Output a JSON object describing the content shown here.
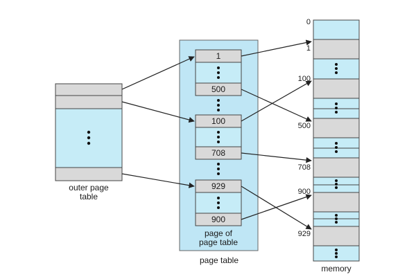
{
  "outer_page_table": {
    "label_line1": "outer page",
    "label_line2": "table"
  },
  "page_table": {
    "label": "page table",
    "inner_label_line1": "page of",
    "inner_label_line2": "page table",
    "entries": [
      "1",
      "500",
      "100",
      "708",
      "929",
      "900"
    ]
  },
  "memory": {
    "label": "memory",
    "addresses": [
      "0",
      "1",
      "100",
      "500",
      "708",
      "900",
      "929"
    ]
  },
  "colors": {
    "light_blue": "#c6ecf7",
    "panel_blue": "#bfe6f5",
    "gray": "#d9d9d9",
    "stroke": "#444444"
  }
}
